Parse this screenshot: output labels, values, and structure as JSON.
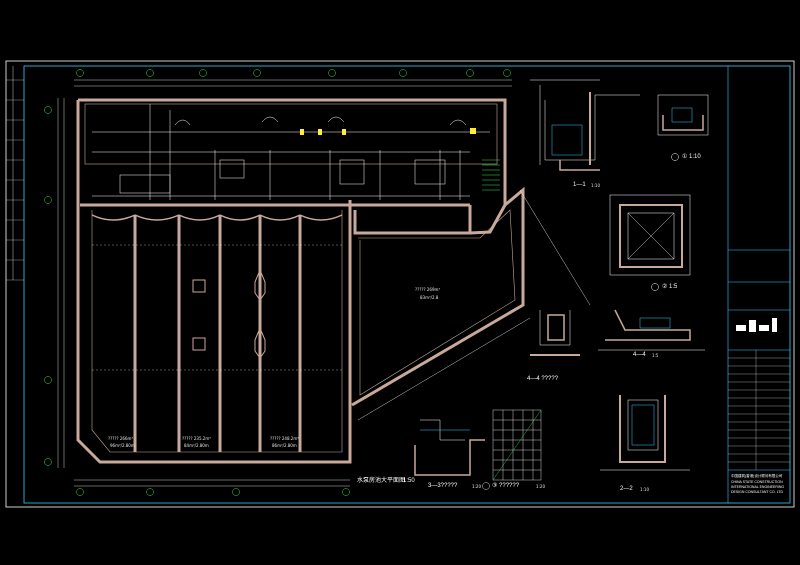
{
  "drawing": {
    "main_plan_title": "水泵房池大平面图",
    "main_plan_scale": "1:50",
    "pool_labels": [
      {
        "name": "?????  266m³",
        "size": "96m³/2.80m"
      },
      {
        "name": "?????  235.2m³",
        "size": "84m³/2.80m"
      },
      {
        "name": "?????  248.2m³",
        "size": "86m³/2.80m"
      }
    ],
    "big_pool_label": {
      "name": "?????  269m³",
      "size": "83m³/2.8"
    },
    "section_labels": {
      "s1": "1—1",
      "s1_scale": "1:10",
      "s2": "2—2",
      "s2_scale": "1:10",
      "s3": "3—3?????",
      "s3_scale": "1:20",
      "s4": "4—4",
      "s4_scale": "1:5",
      "s4b": "4—4 ?????",
      "detail1": "① 1:10",
      "detail2": "② 1:5",
      "detail3": "③ ??????",
      "detail3_scale": "1:20"
    },
    "title_block": {
      "company_cn": "中国建筑(香港)设计顾问有限公司",
      "company_en1": "CHINA STATE CONSTRUCTION",
      "company_en2": "INTERNATIONAL ENGINEERING",
      "company_en3": "DESIGN CONSULTANT CO. LTD"
    },
    "colors": {
      "wall": "#c8a99a",
      "line_white": "#ffffff",
      "line_cyan": "#33ccff",
      "line_green": "#2ee65a",
      "line_yellow": "#ffee33",
      "background": "#000000"
    }
  }
}
